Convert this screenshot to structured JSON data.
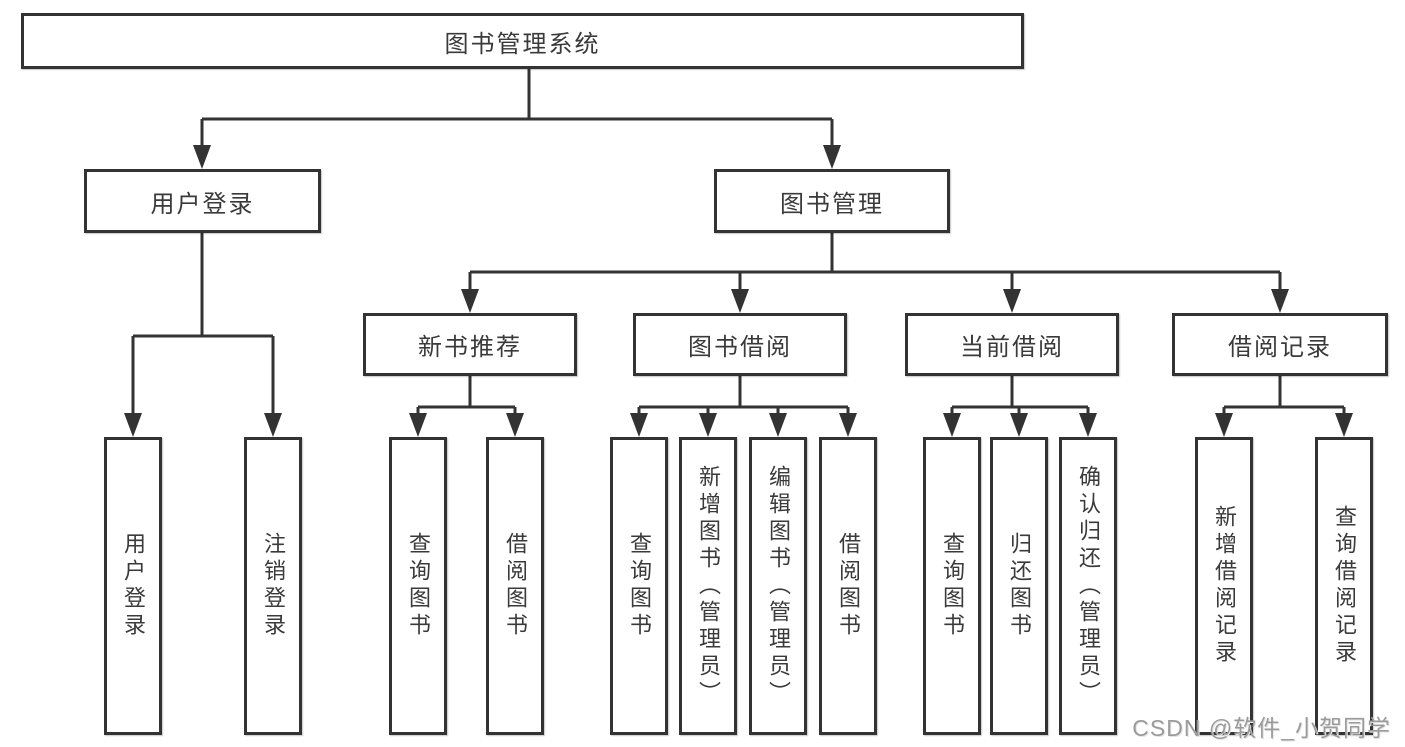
{
  "diagram": {
    "root": {
      "label": "图书管理系统"
    },
    "children": [
      {
        "label": "用户登录",
        "children": [
          {
            "label": "用户登录"
          },
          {
            "label": "注销登录"
          }
        ]
      },
      {
        "label": "图书管理",
        "children": [
          {
            "label": "新书推荐",
            "children": [
              {
                "label": "查询图书"
              },
              {
                "label": "借阅图书"
              }
            ]
          },
          {
            "label": "图书借阅",
            "children": [
              {
                "label": "查询图书"
              },
              {
                "label": "新增图书（管理员）"
              },
              {
                "label": "编辑图书（管理员）"
              },
              {
                "label": "借阅图书"
              }
            ]
          },
          {
            "label": "当前借阅",
            "children": [
              {
                "label": "查询图书"
              },
              {
                "label": "归还图书"
              },
              {
                "label": "确认归还（管理员）"
              }
            ]
          },
          {
            "label": "借阅记录",
            "children": [
              {
                "label": "新增借阅记录"
              },
              {
                "label": "查询借阅记录"
              }
            ]
          }
        ]
      }
    ]
  },
  "watermark": {
    "text": "CSDN @软件_小贺同学"
  },
  "colors": {
    "line": "#333333",
    "box_border": "#333333",
    "text": "#3a3a3a",
    "box_background": "#ffffff",
    "watermark": "#9b9b9b",
    "page_background": "#ffffff"
  }
}
